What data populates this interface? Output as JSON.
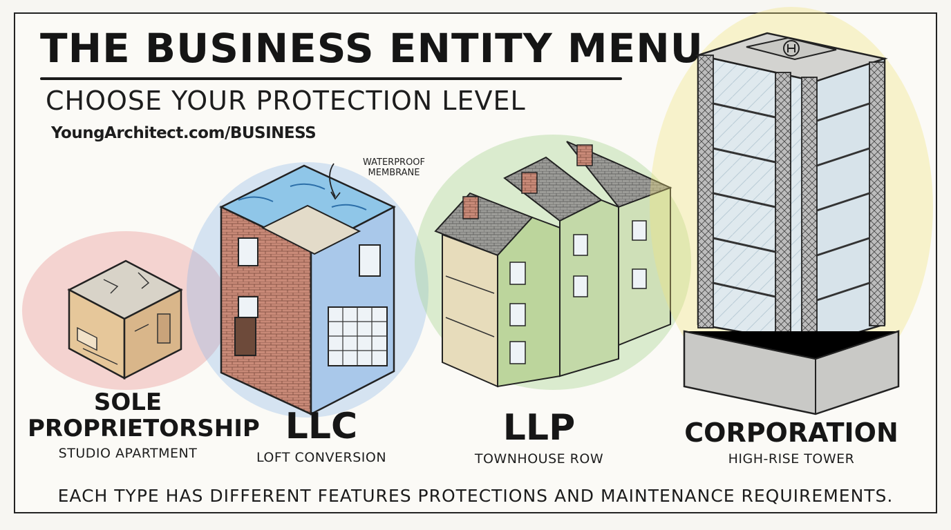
{
  "header": {
    "title": "THE BUSINESS ENTITY MENU",
    "subtitle": "CHOOSE YOUR PROTECTION LEVEL",
    "url": "YoungArchitect.com/BUSINESS"
  },
  "callout": {
    "line1": "WATERPROOF",
    "line2": "MEMBRANE"
  },
  "entities": [
    {
      "name_line1": "SOLE",
      "name_line2": "PROPRIETORSHIP",
      "building": "STUDIO APARTMENT",
      "color": "#e88a8a"
    },
    {
      "name_line1": "LLC",
      "building": "LOFT CONVERSION",
      "color": "#8fb8e8"
    },
    {
      "name_line1": "LLP",
      "building": "TOWNHOUSE ROW",
      "color": "#9fcf84"
    },
    {
      "name_line1": "CORPORATION",
      "building": "HIGH-RISE TOWER",
      "color": "#f0e27a"
    }
  ],
  "footer": "EACH TYPE HAS DIFFERENT FEATURES PROTECTIONS AND MAINTENANCE REQUIREMENTS."
}
